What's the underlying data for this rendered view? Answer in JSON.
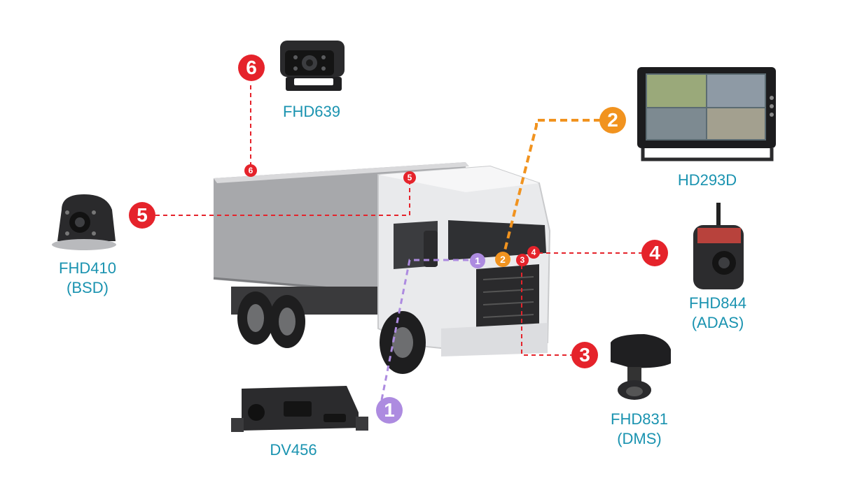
{
  "devices": [
    {
      "id": "fhd639",
      "name": "FHD639",
      "sub": "",
      "num": "6",
      "color": "#e5232b"
    },
    {
      "id": "hd293d",
      "name": "HD293D",
      "sub": "",
      "num": "2",
      "color": "#f1931f"
    },
    {
      "id": "fhd410",
      "name": "FHD410",
      "sub": "(BSD)",
      "num": "5",
      "color": "#e5232b"
    },
    {
      "id": "fhd844",
      "name": "FHD844",
      "sub": "(ADAS)",
      "num": "4",
      "color": "#e5232b"
    },
    {
      "id": "fhd831",
      "name": "FHD831",
      "sub": "(DMS)",
      "num": "3",
      "color": "#e5232b"
    },
    {
      "id": "dv456",
      "name": "DV456",
      "sub": "",
      "num": "1",
      "color": "#ad8be0"
    }
  ],
  "mount_points": [
    "6",
    "5",
    "1",
    "2",
    "3",
    "4"
  ],
  "icons": {
    "fhd639": "rear-camera-icon",
    "hd293d": "quad-monitor-icon",
    "fhd410": "side-camera-icon",
    "fhd844": "adas-camera-icon",
    "fhd831": "dms-camera-icon",
    "dv456": "mdvr-recorder-icon",
    "truck": "box-truck-icon"
  }
}
